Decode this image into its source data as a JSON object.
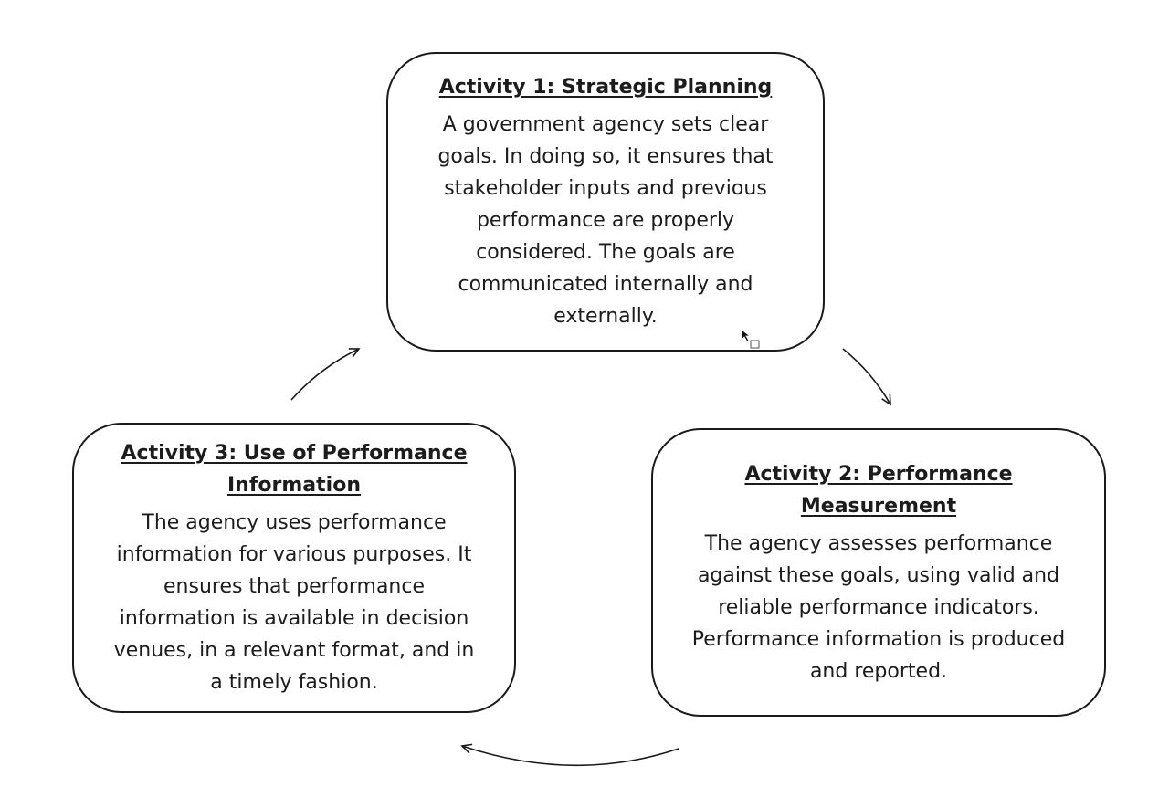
{
  "activities": [
    {
      "title": "Activity 1: Strategic Planning",
      "body": "A government agency sets clear\ngoals. In doing so, it ensures that\nstakeholder inputs and previous\nperformance are properly\nconsidered. The goals are\ncommunicated internally and\nexternally."
    },
    {
      "title": "Activity 2: Performance\nMeasurement",
      "body": "The agency assesses performance\nagainst these goals, using valid and\nreliable performance indicators.\nPerformance information is produced\nand reported."
    },
    {
      "title": "Activity 3: Use of Performance\nInformation",
      "body": "The agency uses performance\ninformation for various purposes. It\nensures that performance\ninformation is available in decision\nvenues, in a relevant format, and in\na timely fashion."
    }
  ],
  "colors": {
    "stroke": "#1a1a1a",
    "text": "#1c1c1c",
    "background": "#ffffff"
  }
}
